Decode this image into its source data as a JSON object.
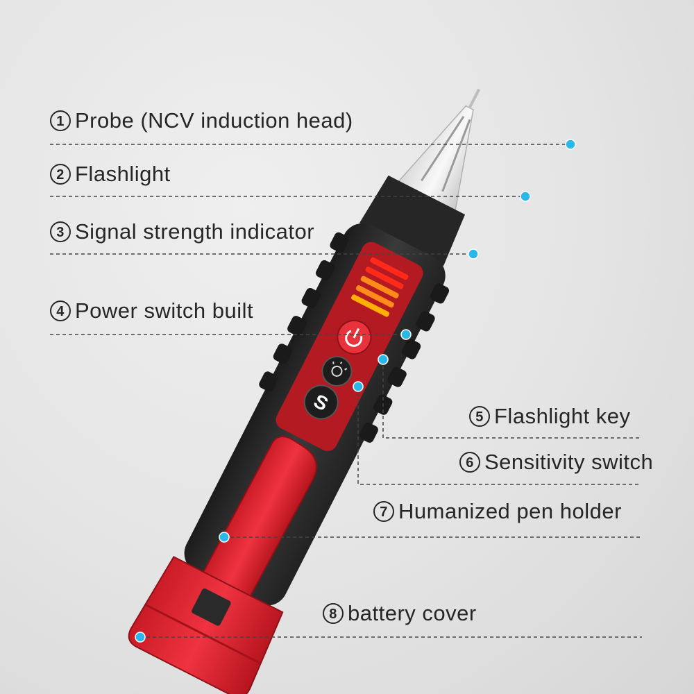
{
  "labels": [
    {
      "num": "1",
      "text": "Probe (NCV induction head)"
    },
    {
      "num": "2",
      "text": "Flashlight"
    },
    {
      "num": "3",
      "text": "Signal strength indicator"
    },
    {
      "num": "4",
      "text": "Power switch built"
    },
    {
      "num": "5",
      "text": "Flashlight key"
    },
    {
      "num": "6",
      "text": "Sensitivity switch"
    },
    {
      "num": "7",
      "text": "Humanized pen holder"
    },
    {
      "num": "8",
      "text": "battery cover"
    }
  ],
  "device": {
    "sensitivity_key_glyph": "S"
  },
  "colors": {
    "body_black": "#2b2b2b",
    "accent_red": "#e0232e",
    "panel_red": "#b31a22",
    "callout_dot": "#29b8e8",
    "leader_line": "#444444",
    "led_red": "#ff2a1a",
    "led_orange": "#ff8c1a",
    "led_yellow": "#ffb000"
  }
}
